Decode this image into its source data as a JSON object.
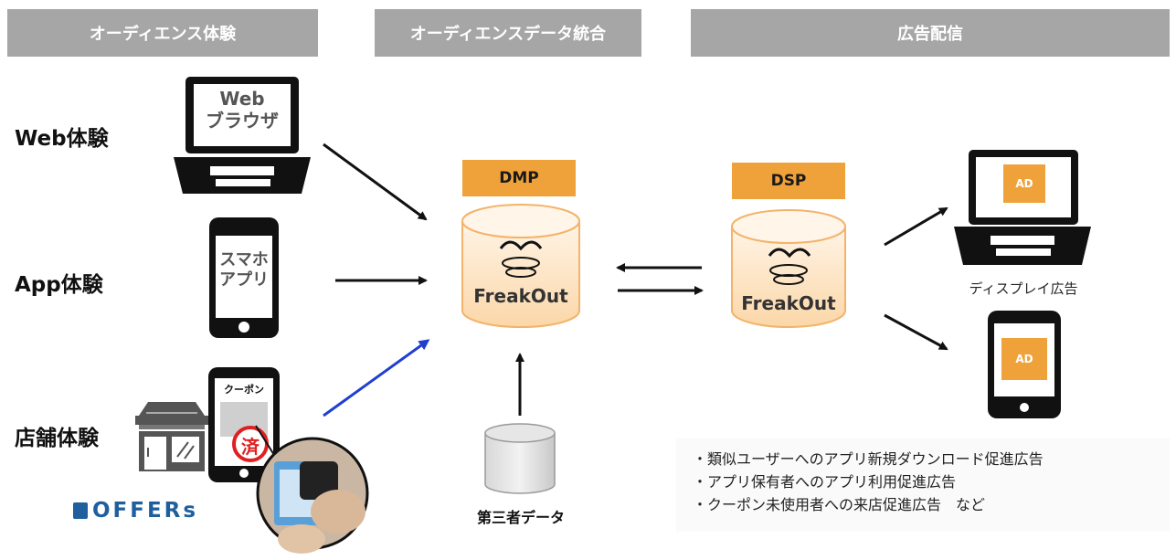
{
  "headers": {
    "audience": "オーディエンス体験",
    "integration": "オーディエンスデータ統合",
    "ads": "広告配信"
  },
  "rows": {
    "web": "Web体験",
    "app": "App体験",
    "store": "店舗体験"
  },
  "devices": {
    "web_browser_line1": "Web",
    "web_browser_line2": "ブラウザ",
    "smartphone_app_line1": "スマホ",
    "smartphone_app_line2": "アプリ",
    "coupon": "クーポン",
    "used_stamp": "済"
  },
  "logos": {
    "offers": "OFFERs",
    "freakout": "FreakOut"
  },
  "platforms": {
    "dmp": "DMP",
    "dsp": "DSP",
    "third_party": "第三者データ"
  },
  "ads": {
    "ad_label": "AD",
    "display_caption": "ディスプレイ広告"
  },
  "bullets": [
    "・類似ユーザーへのアプリ新規ダウンロード促進広告",
    "・アプリ保有者へのアプリ利用促進広告",
    "・クーポン未使用者への来店促進広告　など"
  ],
  "colors": {
    "header_bg": "#a6a6a6",
    "accent_orange": "#f0a23a",
    "blue_arrow": "#1f3fd0",
    "offers_blue": "#1f5f9e"
  }
}
